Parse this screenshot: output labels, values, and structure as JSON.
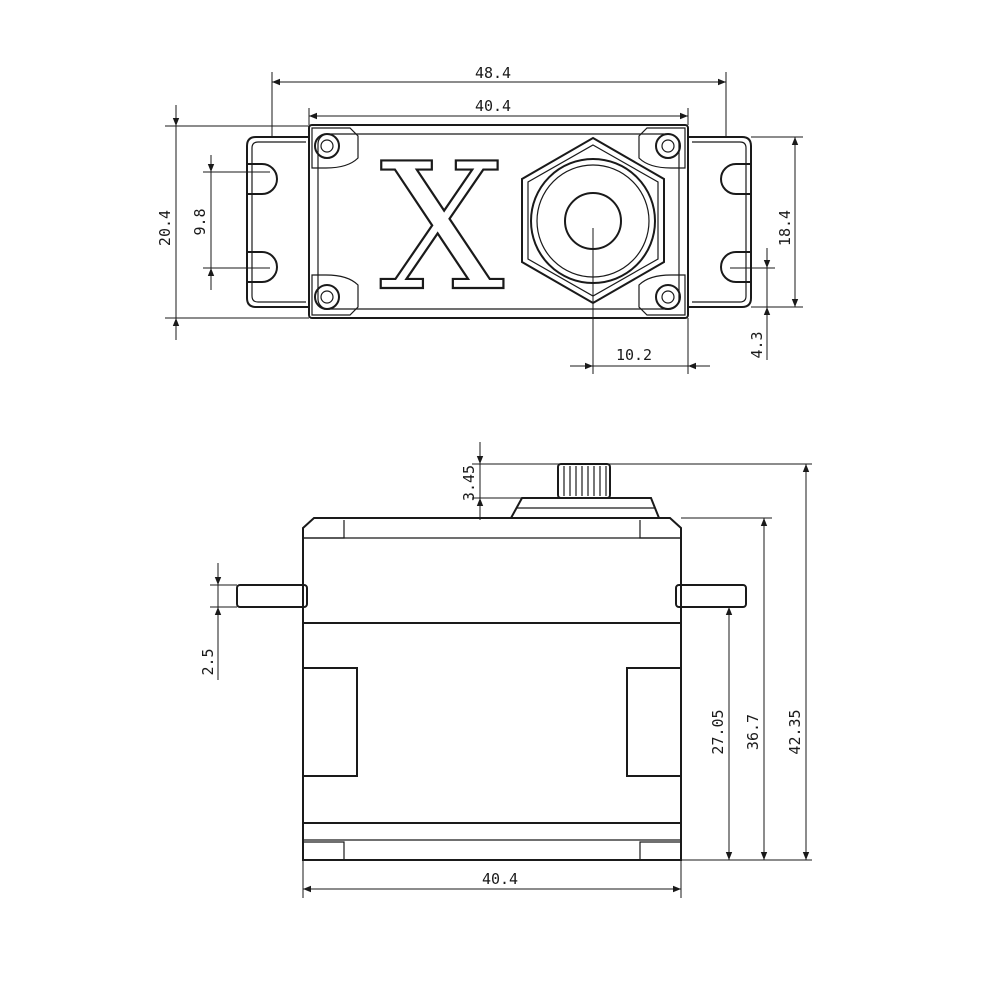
{
  "top_view": {
    "overall_width": "48.4",
    "body_width": "40.4",
    "overall_depth": "20.4",
    "hole_spacing": "9.8",
    "tab_depth": "18.4",
    "shaft_offset": "10.2",
    "hole_edge_offset": "4.3",
    "logo_letter": "X"
  },
  "side_view": {
    "spline_height": "3.45",
    "tab_thickness": "2.5",
    "tab_height": "27.05",
    "case_height": "36.7",
    "overall_height": "42.35",
    "body_width": "40.4"
  }
}
